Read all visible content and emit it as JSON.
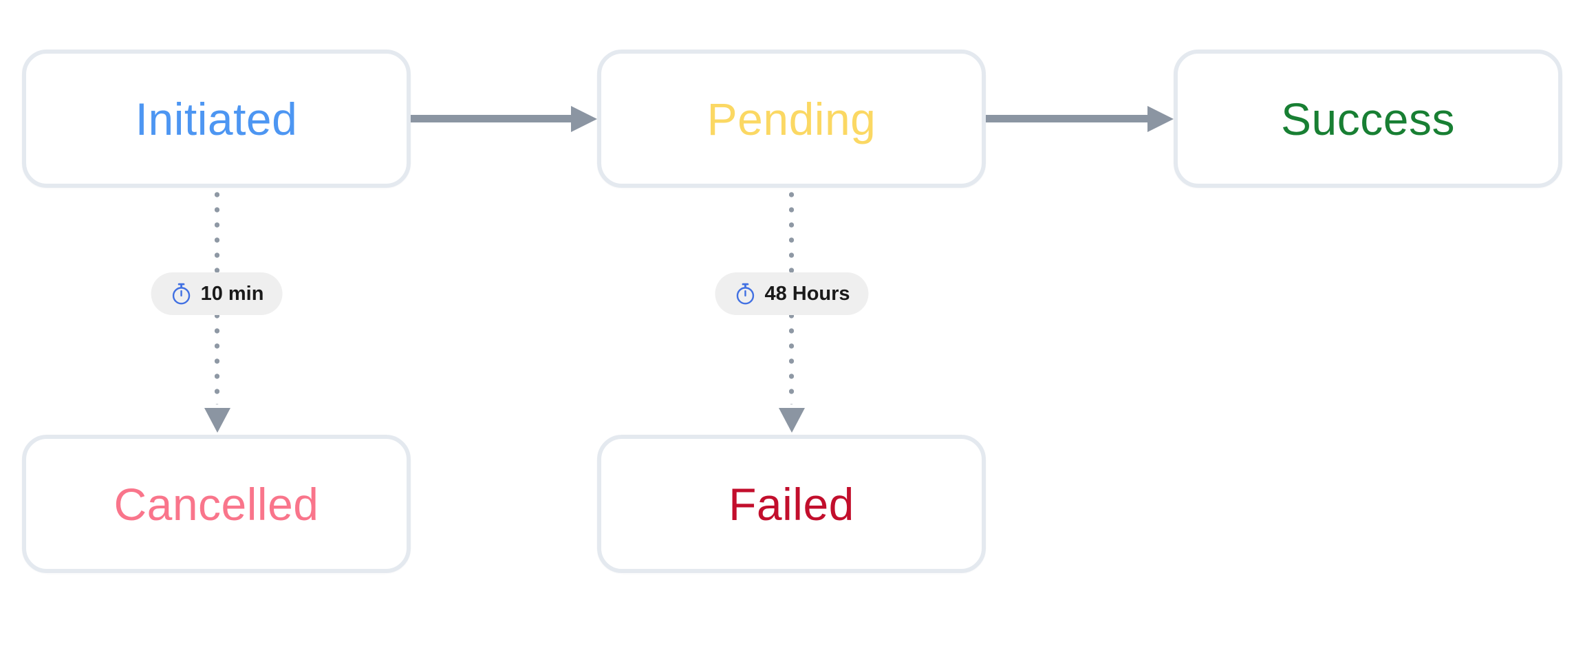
{
  "diagram": {
    "nodes": [
      {
        "id": "initiated",
        "label": "Initiated",
        "color": "#4d96f2"
      },
      {
        "id": "pending",
        "label": "Pending",
        "color": "#fbd863"
      },
      {
        "id": "success",
        "label": "Success",
        "color": "#187f33"
      },
      {
        "id": "cancelled",
        "label": "Cancelled",
        "color": "#f9758b"
      },
      {
        "id": "failed",
        "label": "Failed",
        "color": "#c20e2c"
      }
    ],
    "edges": [
      {
        "from": "Initiated",
        "to": "Pending",
        "style": "solid",
        "label": ""
      },
      {
        "from": "Pending",
        "to": "Success",
        "style": "solid",
        "label": ""
      },
      {
        "from": "Initiated",
        "to": "Cancelled",
        "style": "dotted",
        "icon": "stopwatch-icon",
        "label": "10 min"
      },
      {
        "from": "Pending",
        "to": "Failed",
        "style": "dotted",
        "icon": "stopwatch-icon",
        "label": "48 Hours"
      }
    ],
    "colors": {
      "background": "#ffffff",
      "node_background": "#ffffff",
      "node_border": "#e4e9ef",
      "arrow": "#8b95a2",
      "dot": "#8e98a4",
      "badge_background": "#efefef",
      "badge_text": "#1a1a1a",
      "badge_icon": "#4170e2"
    }
  }
}
